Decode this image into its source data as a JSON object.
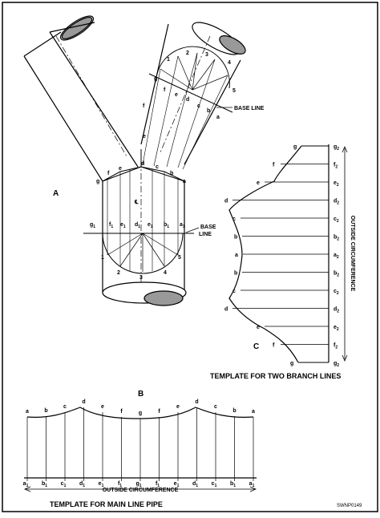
{
  "panels": {
    "a": "A",
    "b": "B",
    "c": "C"
  },
  "drawing_a": {
    "base_line_upper": "BASE LINE",
    "base_line_lower_1": "BASE",
    "base_line_lower_2": "LINE",
    "centerline": "℄",
    "circle_numbers_upper": [
      "1",
      "2",
      "3",
      "4",
      "5"
    ],
    "circle_numbers_lower": [
      "1",
      "2",
      "3",
      "4",
      "5"
    ],
    "branch_letters": [
      "g",
      "f",
      "e",
      "d",
      "c",
      "b",
      "a"
    ],
    "main_letters_sub": [
      "g",
      "f",
      "e",
      "d",
      "e",
      "b",
      "a"
    ],
    "sub_1": "1",
    "sub_2": "2"
  },
  "template_c": {
    "profile_letters": [
      "g",
      "f",
      "e",
      "d",
      "c",
      "b",
      "a",
      "b",
      "c",
      "d",
      "e",
      "f",
      "g"
    ],
    "side_letters": [
      "g",
      "f",
      "e",
      "d",
      "c",
      "b",
      "a",
      "b",
      "c",
      "d",
      "e",
      "f",
      "g"
    ],
    "side_label": "OUTSIDE CIRCUMFERENCE",
    "caption": "TEMPLATE FOR TWO BRANCH LINES"
  },
  "template_b": {
    "top_letters": [
      "a",
      "b",
      "c",
      "d",
      "e",
      "f",
      "g",
      "f",
      "e",
      "d",
      "c",
      "b",
      "a"
    ],
    "bottom_letters": [
      "a",
      "b",
      "c",
      "d",
      "e",
      "f",
      "g",
      "f",
      "e",
      "d",
      "c",
      "b",
      "a"
    ],
    "bottom_label": "OUTSIDE CIRCUMFERENCE",
    "caption": "TEMPLATE FOR MAIN LINE PIPE"
  },
  "footer_code": "SWNP0149"
}
